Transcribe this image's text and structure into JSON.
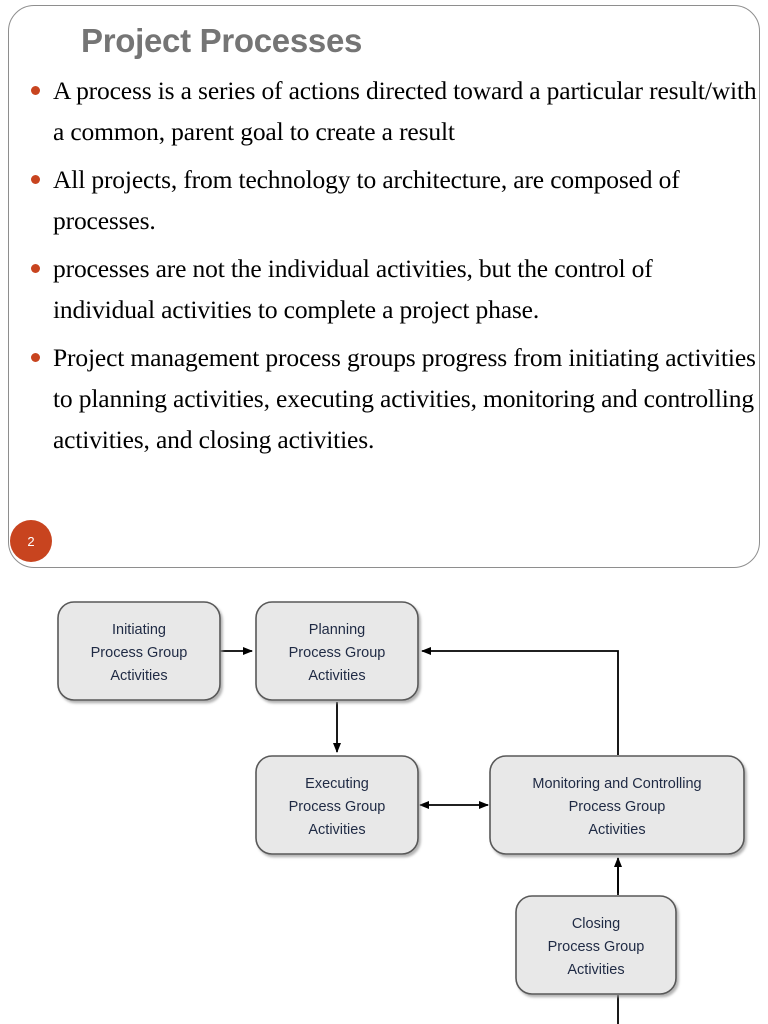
{
  "slide": {
    "title": "Project Processes",
    "page_number": "2",
    "accent_color": "#c8441f",
    "title_color": "#757575",
    "border_color": "#8e8e8e",
    "bullets": [
      "A process is a series of actions directed toward a particular result/with a common, parent goal to create a result",
      "All projects, from technology to architecture, are composed of processes.",
      "processes are not the individual activities, but the control of individual activities to complete a project phase.",
      "Project management process groups progress from initiating activities to planning activities, executing activities, monitoring and controlling activities, and closing activities."
    ]
  },
  "diagram": {
    "box_fill": "#e8e8e8",
    "box_stroke": "#595959",
    "text_color": "#1f2a44",
    "boxes": [
      {
        "id": "initiating",
        "line1": "Initiating",
        "line2": "Process Group",
        "line3": "Activities"
      },
      {
        "id": "planning",
        "line1": "Planning",
        "line2": "Process Group",
        "line3": "Activities"
      },
      {
        "id": "executing",
        "line1": "Executing",
        "line2": "Process Group",
        "line3": "Activities"
      },
      {
        "id": "monitoring",
        "line1": "Monitoring and Controlling",
        "line2": "Process Group",
        "line3": "Activities"
      },
      {
        "id": "closing",
        "line1": "Closing",
        "line2": "Process Group",
        "line3": "Activities"
      }
    ],
    "connectors": [
      {
        "from": "initiating",
        "to": "planning",
        "style": "single"
      },
      {
        "from": "planning",
        "to": "executing",
        "style": "single"
      },
      {
        "from": "executing",
        "to": "monitoring",
        "style": "double"
      },
      {
        "from": "monitoring",
        "to": "planning",
        "style": "feedback"
      },
      {
        "from": "closing",
        "to": "monitoring",
        "style": "single"
      }
    ]
  }
}
